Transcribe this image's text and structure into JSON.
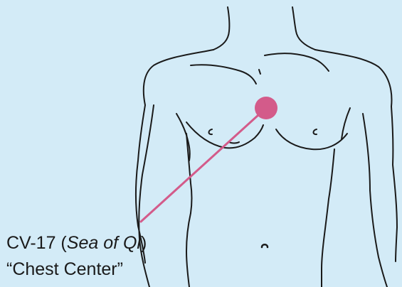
{
  "point": {
    "code": "CV-17",
    "open": " (",
    "name": "Sea of Qi",
    "close": ")",
    "english": "“Chest Center”",
    "color": "#d35b8a"
  },
  "background_color": "#d3ebf7"
}
